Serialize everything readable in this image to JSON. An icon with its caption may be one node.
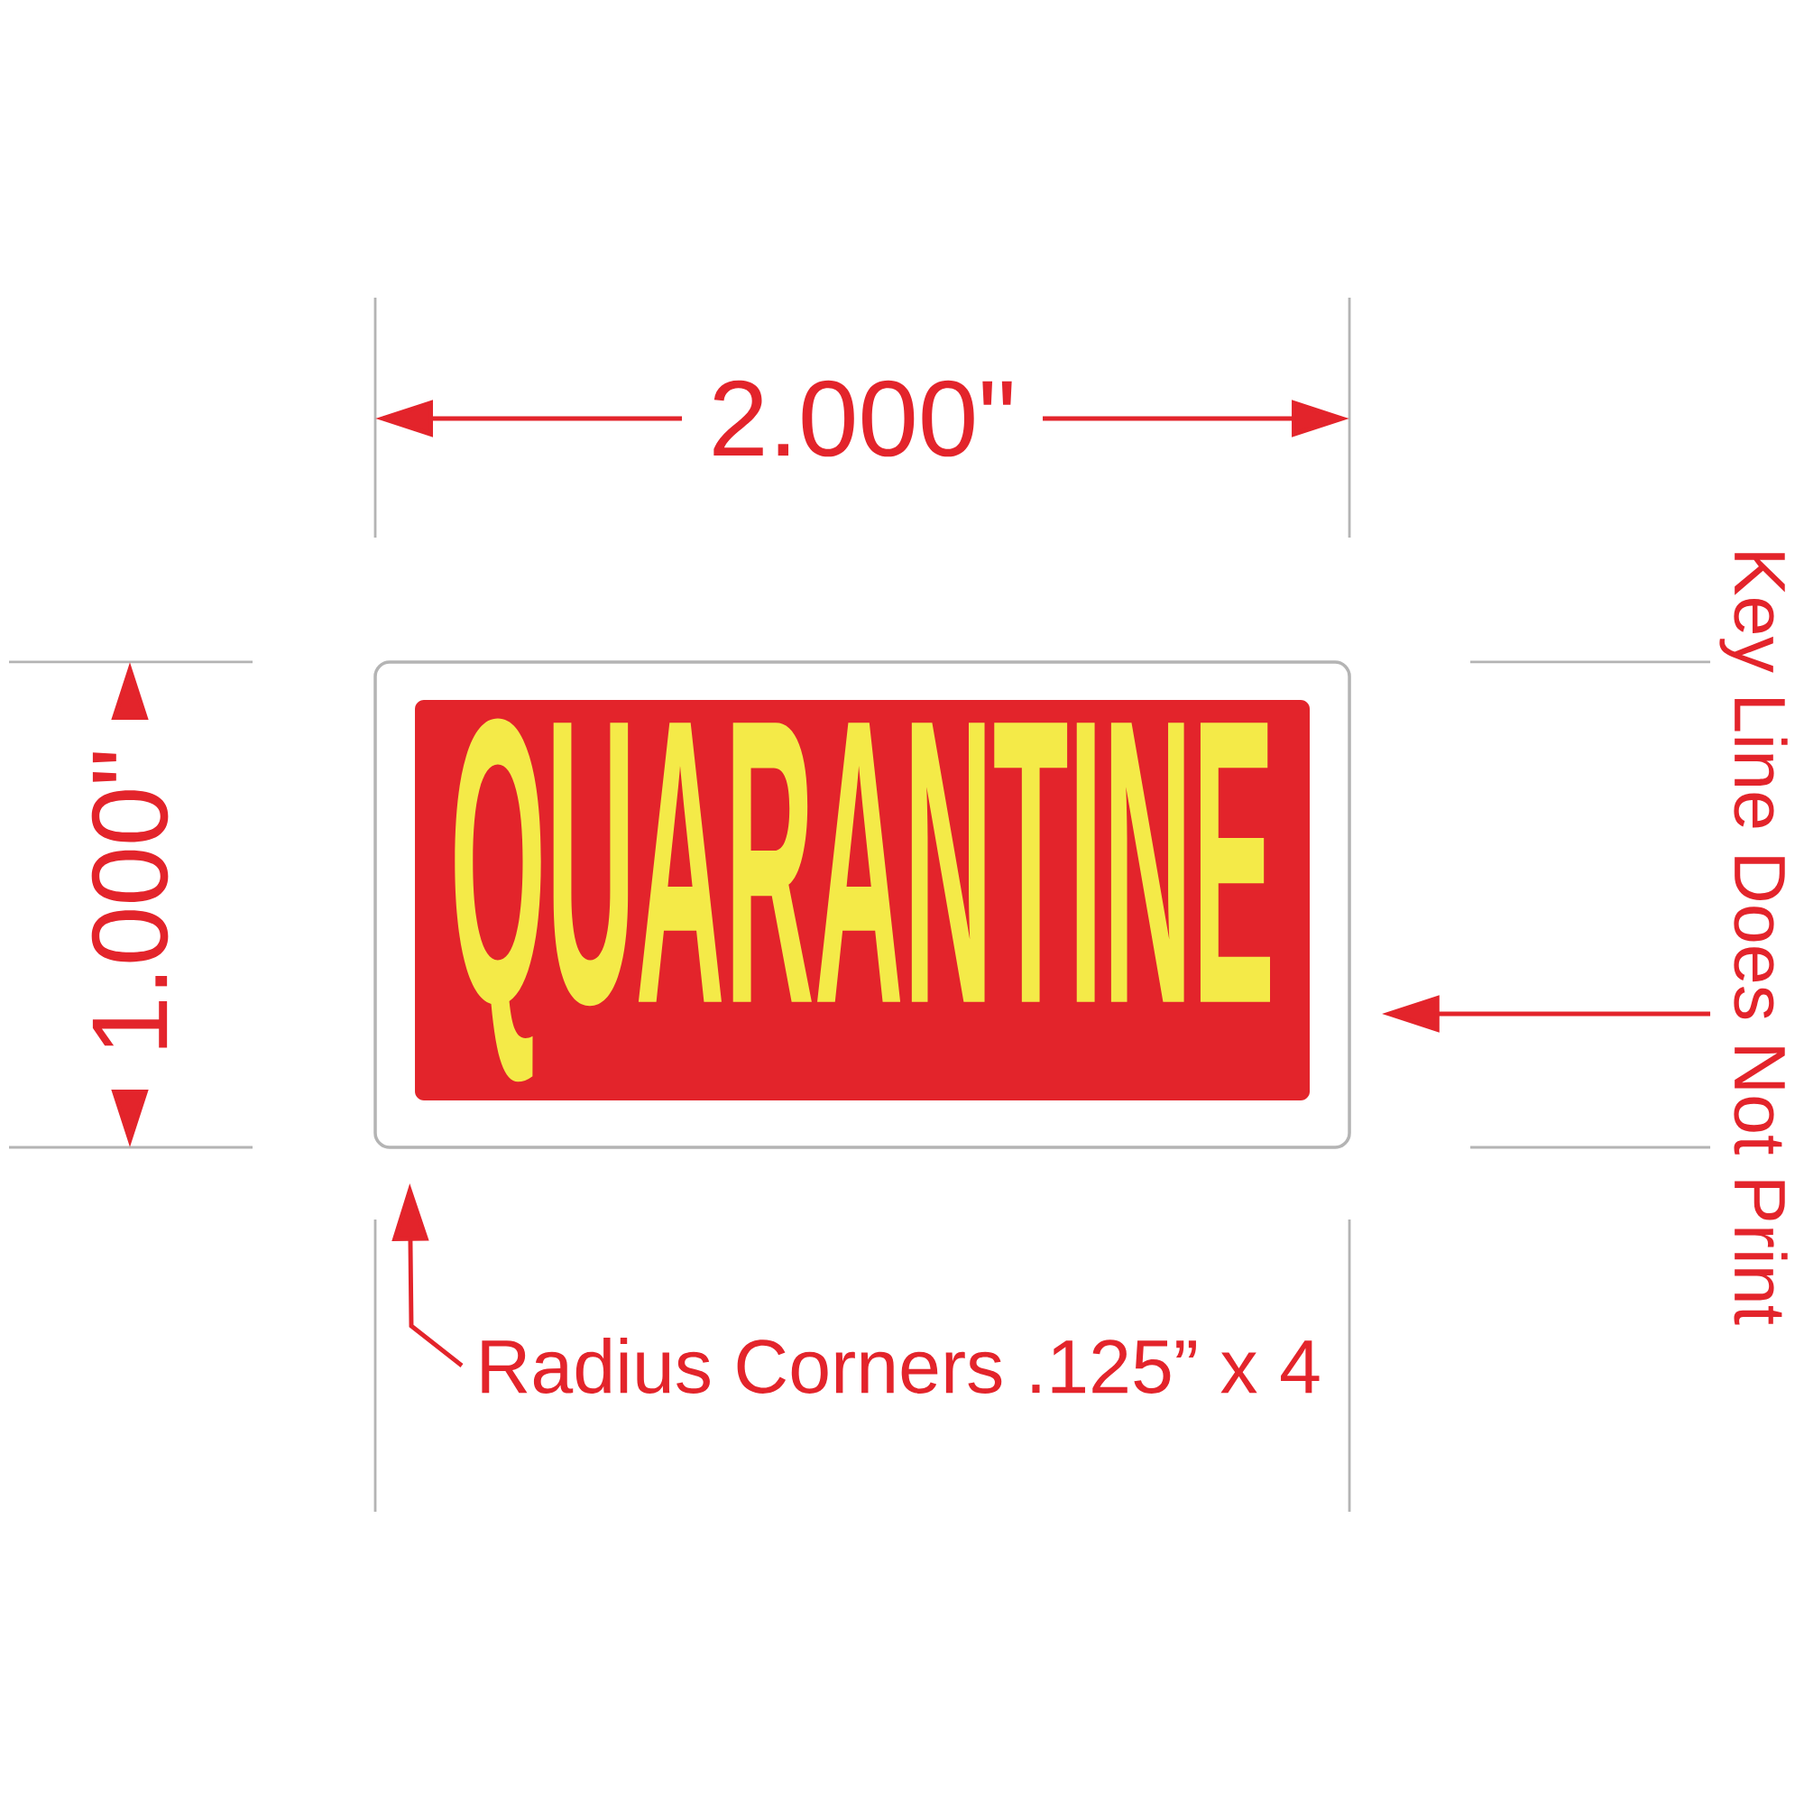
{
  "diagram": {
    "nodes": [
      {
        "text": [],
        "shape": "box"
      },
      {
        "text": [
          "QUARANTINE"
        ],
        "in": 0
      },
      {
        "text": [
          "Radius Corners .125” x 4"
        ]
      },
      {
        "text": [
          "Key Line Does Not Print"
        ]
      }
    ],
    "edges": [
      {
        "from": 2,
        "to": 0,
        "arrow": "to"
      },
      {
        "from": 3,
        "to": 0,
        "arrow": "to"
      }
    ],
    "labels": [
      "2.000\"",
      "1.000\""
    ]
  }
}
